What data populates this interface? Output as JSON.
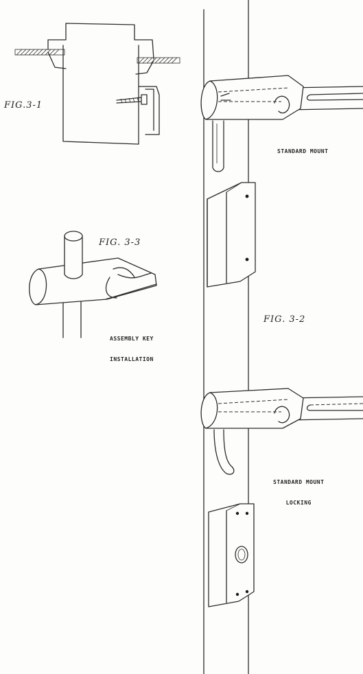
{
  "figures": {
    "fig_3_1": {
      "label": "FIG.3-1"
    },
    "fig_3_2": {
      "label": "FIG. 3-2"
    },
    "fig_3_3": {
      "label": "FIG. 3-3"
    }
  },
  "captions": {
    "assembly_key_line1": "ASSEMBLY KEY",
    "assembly_key_line2": "INSTALLATION",
    "standard_mount": "STANDARD MOUNT",
    "standard_mount_locking_line1": "STANDARD MOUNT",
    "standard_mount_locking_line2": "LOCKING"
  }
}
